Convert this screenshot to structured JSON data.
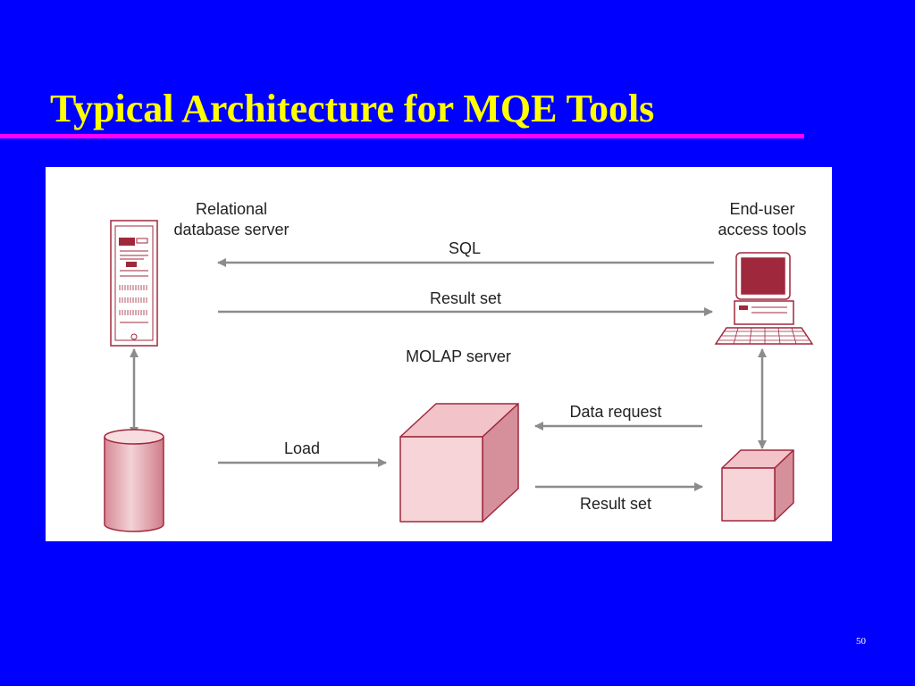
{
  "slide": {
    "title": "Typical Architecture for MQE Tools",
    "number": "50"
  },
  "diagram": {
    "labels": {
      "relational_line1": "Relational",
      "relational_line2": "database server",
      "enduser_line1": "End-user",
      "enduser_line2": "access tools",
      "sql": "SQL",
      "result_set_top": "Result set",
      "molap_server": "MOLAP server",
      "data_request": "Data request",
      "load": "Load",
      "result_set_bottom": "Result set"
    },
    "icons": [
      "server-tower-icon",
      "database-cylinder-icon",
      "molap-cube-icon",
      "computer-icon",
      "local-cube-icon"
    ]
  },
  "colors": {
    "background": "#0000ff",
    "title": "#ffff00",
    "rule": "#ff00ff",
    "accent": "#a0283c",
    "arrow": "#8c8c8c"
  }
}
